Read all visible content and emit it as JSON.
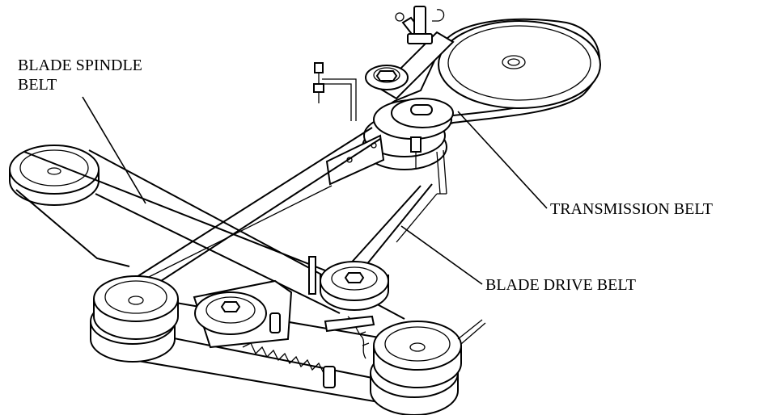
{
  "labels": {
    "blade_spindle_line1": "BLADE SPINDLE",
    "blade_spindle_line2": "BELT",
    "transmission": "TRANSMISSION BELT",
    "blade_drive": "BLADE DRIVE BELT"
  },
  "colors": {
    "line": "#000000",
    "background": "#ffffff",
    "shade": "#d9d9d9"
  }
}
